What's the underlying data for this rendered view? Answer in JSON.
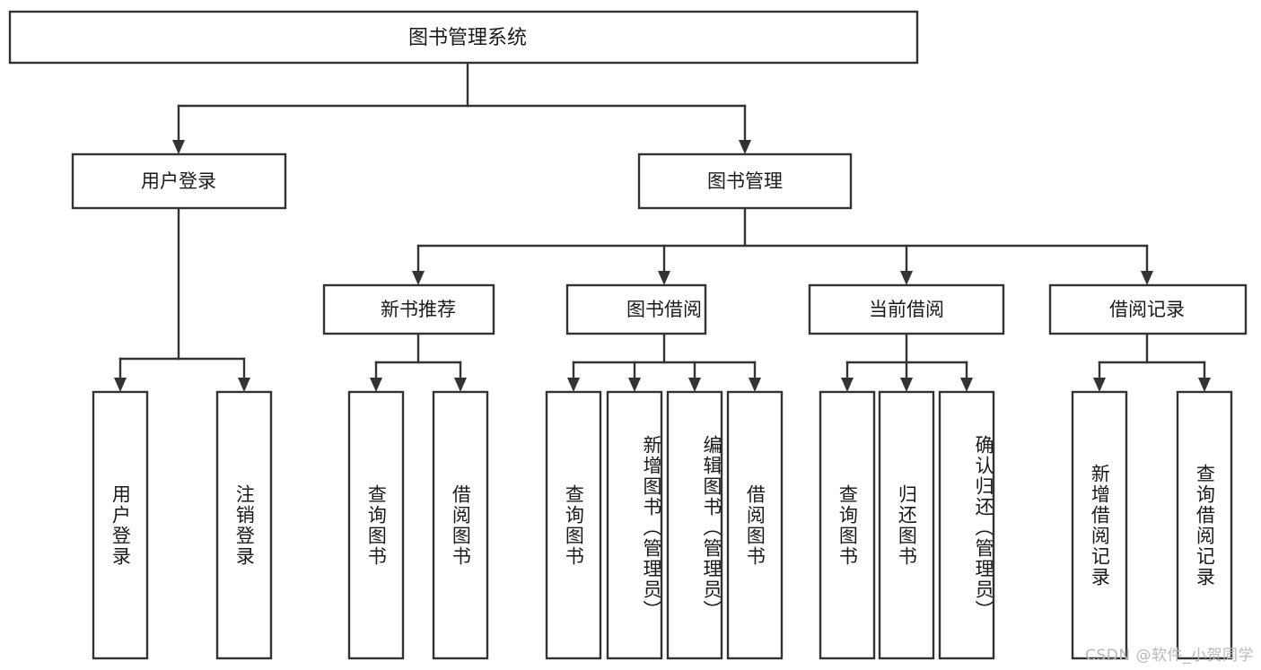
{
  "diagram": {
    "type": "tree",
    "title": "图书管理系统",
    "root": {
      "id": "root",
      "label": "图书管理系统"
    },
    "level1": [
      {
        "id": "user-login",
        "label": "用户登录"
      },
      {
        "id": "book-management",
        "label": "图书管理"
      }
    ],
    "level2": [
      {
        "id": "new-book-recommend",
        "label": "新书推荐",
        "parent": "book-management"
      },
      {
        "id": "book-borrow",
        "label": "图书借阅",
        "parent": "book-management"
      },
      {
        "id": "current-borrow",
        "label": "当前借阅",
        "parent": "book-management"
      },
      {
        "id": "borrow-record",
        "label": "借阅记录",
        "parent": "book-management"
      }
    ],
    "leaves": [
      {
        "id": "leaf-user-login",
        "label": "用户登录",
        "parent": "user-login"
      },
      {
        "id": "leaf-logout",
        "label": "注销登录",
        "parent": "user-login"
      },
      {
        "id": "leaf-query-book-1",
        "label": "查询图书",
        "parent": "new-book-recommend"
      },
      {
        "id": "leaf-borrow-book-1",
        "label": "借阅图书",
        "parent": "new-book-recommend"
      },
      {
        "id": "leaf-query-book-2",
        "label": "查询图书",
        "parent": "book-borrow"
      },
      {
        "id": "leaf-add-book",
        "label": "新增图书（管理员）",
        "parent": "book-borrow"
      },
      {
        "id": "leaf-edit-book",
        "label": "编辑图书（管理员）",
        "parent": "book-borrow"
      },
      {
        "id": "leaf-borrow-book-2",
        "label": "借阅图书",
        "parent": "book-borrow"
      },
      {
        "id": "leaf-query-book-3",
        "label": "查询图书",
        "parent": "current-borrow"
      },
      {
        "id": "leaf-return-book",
        "label": "归还图书",
        "parent": "current-borrow"
      },
      {
        "id": "leaf-confirm-return",
        "label": "确认归还（管理员）",
        "parent": "current-borrow"
      },
      {
        "id": "leaf-add-record",
        "label": "新增借阅记录",
        "parent": "borrow-record"
      },
      {
        "id": "leaf-query-record",
        "label": "查询借阅记录",
        "parent": "borrow-record"
      }
    ]
  },
  "watermark": {
    "text": "CSDN @软件_小贺同学"
  },
  "colors": {
    "box_stroke": "#333333",
    "box_fill": "#ffffff",
    "text": "#1a1a1a",
    "watermark": "#b9b9b9",
    "background": "#ffffff"
  }
}
